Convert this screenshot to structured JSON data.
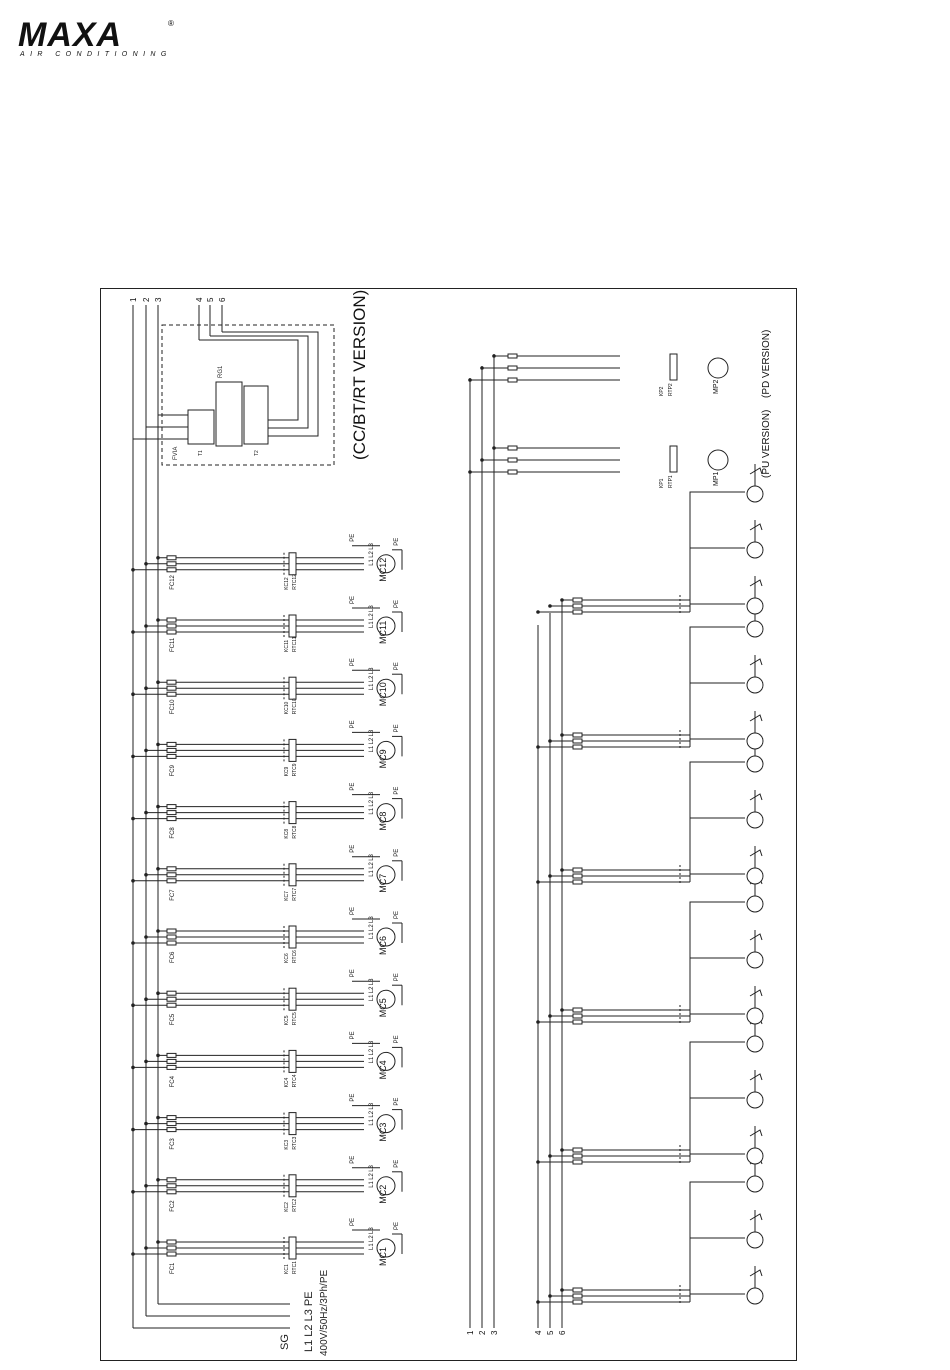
{
  "brand": {
    "name": "MAXA",
    "tagline": "AIR CONDITIONING",
    "registered": "®"
  },
  "diagram": {
    "version_cc": "(CC/BT/RT VERSION)",
    "version_pu": "(PU VERSION)",
    "version_pd": "(PD VERSION)",
    "supply": {
      "sg": "SG",
      "phases": "L1 L2 L3 PE",
      "rating": "400V/50Hz/3Ph/PE"
    },
    "top_terminals": [
      "1",
      "2",
      "3",
      "4",
      "5",
      "6"
    ],
    "bottom_terminals": [
      "1",
      "2",
      "3",
      "4",
      "5",
      "6"
    ],
    "fan_control": {
      "fuse": "FVIA",
      "module": "RG1",
      "t1": "T1",
      "t2": "T2"
    },
    "compressors": [
      {
        "fuse": "FC1",
        "contactor": "KC1",
        "thermal": "RTC1",
        "motor": "MC1"
      },
      {
        "fuse": "FC2",
        "contactor": "KC2",
        "thermal": "RTC2",
        "motor": "MC2"
      },
      {
        "fuse": "FC3",
        "contactor": "KC3",
        "thermal": "RTC3",
        "motor": "MC3"
      },
      {
        "fuse": "FC4",
        "contactor": "KC4",
        "thermal": "RTC4",
        "motor": "MC4"
      },
      {
        "fuse": "FC5",
        "contactor": "KC5",
        "thermal": "RTC5",
        "motor": "MC5"
      },
      {
        "fuse": "FC6",
        "contactor": "KC6",
        "thermal": "RTC6",
        "motor": "MC6"
      },
      {
        "fuse": "FC7",
        "contactor": "KC7",
        "thermal": "RTC7",
        "motor": "MC7"
      },
      {
        "fuse": "FC8",
        "contactor": "KC8",
        "thermal": "RTC8",
        "motor": "MC8"
      },
      {
        "fuse": "FC9",
        "contactor": "KC9",
        "thermal": "RTC9",
        "motor": "MC9"
      },
      {
        "fuse": "FC10",
        "contactor": "KC10",
        "thermal": "RTC10",
        "motor": "MC10"
      },
      {
        "fuse": "FC11",
        "contactor": "KC11",
        "thermal": "RTC11",
        "motor": "MC11"
      },
      {
        "fuse": "FC12",
        "contactor": "KC12",
        "thermal": "RTC12",
        "motor": "MC12"
      }
    ],
    "motor_terminals": {
      "l1": "L1",
      "l2": "L2",
      "l3": "L3",
      "pe": "PE"
    },
    "pumps": [
      {
        "relay": "KP1",
        "thermal": "RTP1",
        "motor": "MP1"
      },
      {
        "relay": "KP2",
        "thermal": "RTP2",
        "motor": "MP2"
      }
    ]
  }
}
